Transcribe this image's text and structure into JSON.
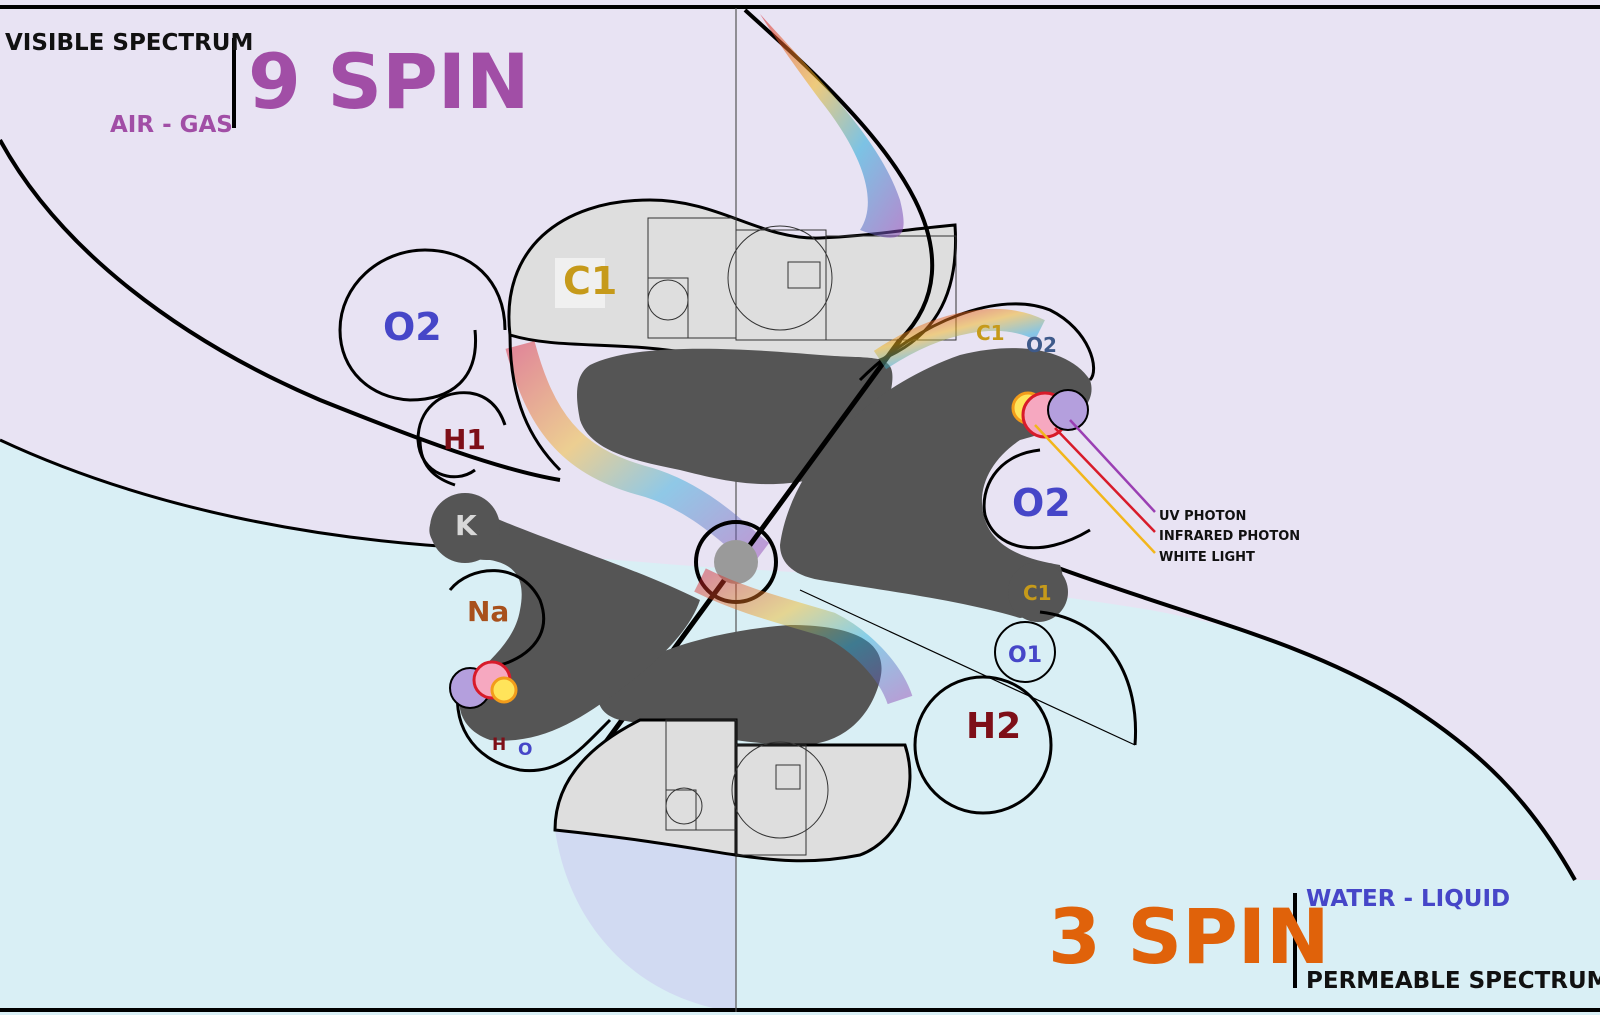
{
  "colors": {
    "air_bg": "#e8e3f3",
    "water_bg": "#d9eff5",
    "dark_fill": "#555555",
    "grey_fill": "#dedede",
    "purple": "#a14ea6",
    "orange": "#e0620a",
    "blue_label": "#4646c8",
    "maroon": "#7e0f18",
    "gold": "#c69a1a",
    "brown": "#a8501c",
    "uv": "#9a3fb3",
    "infrared": "#d81b2a",
    "white_light": "#f2b61b"
  },
  "top_left": {
    "spectrum": "VISIBLE SPECTRUM",
    "state": "AIR - GAS",
    "spin": "9 SPIN"
  },
  "bottom_right": {
    "state": "WATER - LIQUID",
    "spectrum": "PERMEABLE SPECTRUM",
    "spin": "3 SPIN"
  },
  "atoms": {
    "c1_top": "C1",
    "o2_left": "O2",
    "h1": "H1",
    "k": "K",
    "na": "Na",
    "h_small": "H",
    "o_small": "O",
    "c1_right_small": "C1",
    "o2_right_small": "O2",
    "o2_right": "O2",
    "c1_lower_right": "C1",
    "o1": "O1",
    "h2": "H2"
  },
  "photons": {
    "uv": "UV PHOTON",
    "infrared": "INFRARED PHOTON",
    "white": "WHITE LIGHT"
  }
}
